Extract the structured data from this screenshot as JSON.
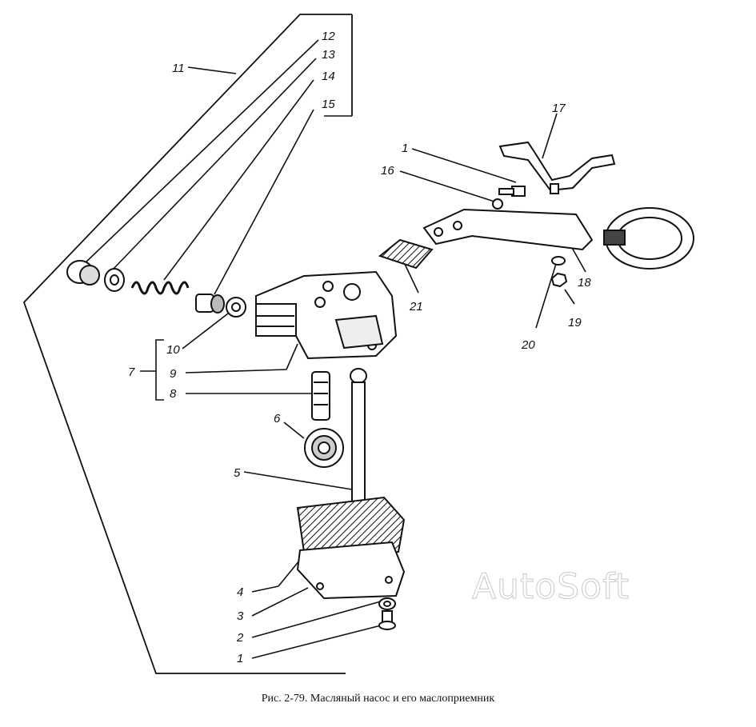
{
  "figure": {
    "caption": "Рис. 2-79. Масляный насос и его маслоприемник",
    "watermark": "AutoSoft"
  },
  "callouts": [
    "1",
    "2",
    "3",
    "4",
    "5",
    "6",
    "7",
    "8",
    "9",
    "10",
    "11",
    "12",
    "13",
    "14",
    "15",
    "16",
    "17",
    "18",
    "19",
    "20",
    "21"
  ],
  "callout_labels": {
    "c1a": "1",
    "c2": "2",
    "c3": "3",
    "c4": "4",
    "c5": "5",
    "c6": "6",
    "c7": "7",
    "c8": "8",
    "c9": "9",
    "c10": "10",
    "c11": "11",
    "c12": "12",
    "c13": "13",
    "c14": "14",
    "c15": "15",
    "c1b": "1",
    "c16": "16",
    "c17": "17",
    "c18": "18",
    "c19": "19",
    "c20": "20",
    "c21": "21"
  }
}
